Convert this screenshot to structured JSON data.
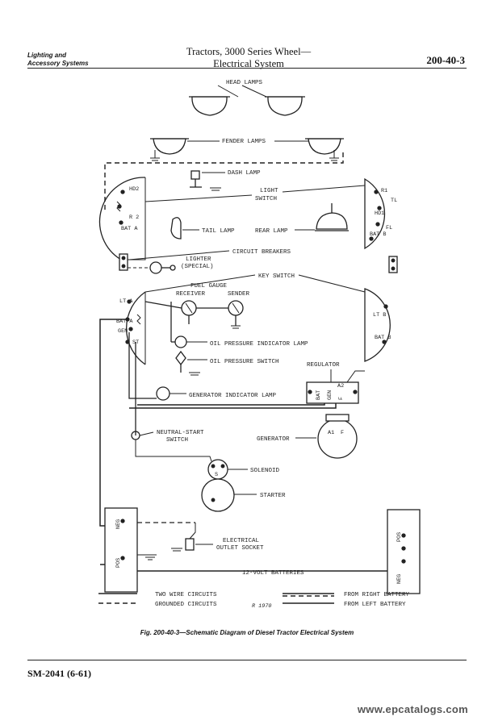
{
  "header": {
    "section_line1": "Lighting and",
    "section_line2": "Accessory Systems",
    "title_line1": "Tractors, 3000 Series Wheel—",
    "title_line2": "Electrical System",
    "page_number": "200-40-3"
  },
  "labels": {
    "head_lamps": "HEAD LAMPS",
    "fender_lamps": "FENDER LAMPS",
    "dash_lamp": "DASH LAMP",
    "light_switch_1": "LIGHT",
    "light_switch_2": "SWITCH",
    "tail_lamp": "TAIL LAMP",
    "rear_lamp": "REAR LAMP",
    "circuit_breakers": "CIRCUIT BREAKERS",
    "lighter_1": "LIGHTER",
    "lighter_2": "(SPECIAL)",
    "key_switch": "KEY SWITCH",
    "fuel_gauge_1": "FUEL GAUGE",
    "receiver": "RECEIVER",
    "sender": "SENDER",
    "oil_pressure_lamp": "OIL PRESSURE INDICATOR LAMP",
    "oil_pressure_switch": "OIL PRESSURE SWITCH",
    "regulator": "REGULATOR",
    "generator_lamp": "GENERATOR INDICATOR LAMP",
    "generator": "GENERATOR",
    "neutral_start_1": "NEUTRAL-START",
    "neutral_start_2": "SWITCH",
    "solenoid": "SOLENOID",
    "starter": "STARTER",
    "outlet_1": "ELECTRICAL",
    "outlet_2": "OUTLET SOCKET",
    "batteries": "12-VOLT BATTERIES"
  },
  "terminals": {
    "hd2": "HD2",
    "r2": "R 2",
    "bat_a": "BAT A",
    "r1": "R1",
    "tl": "TL",
    "hd1": "HD1",
    "fl": "FL",
    "bat_b": "BAT B",
    "lt_a": "LT A",
    "gen": "GEN",
    "st": "ST",
    "lt_b": "LT B",
    "a1": "A1",
    "f": "F",
    "a2": "A2",
    "reg_bat": "BAT",
    "reg_gen": "GEN",
    "reg_f": "F",
    "s": "S",
    "neg": "NEG",
    "pos": "POS"
  },
  "legend": {
    "two_wire": "TWO WIRE CIRCUITS",
    "grounded": "GROUNDED CIRCUITS",
    "from_right": "FROM RIGHT BATTERY",
    "from_left": "FROM LEFT BATTERY",
    "ref": "R 1970"
  },
  "caption": "Fig. 200-40-3—Schematic Diagram of Diesel Tractor Electrical System",
  "footer": "SM-2041 (6-61)",
  "watermark": "www.epcatalogs.com"
}
